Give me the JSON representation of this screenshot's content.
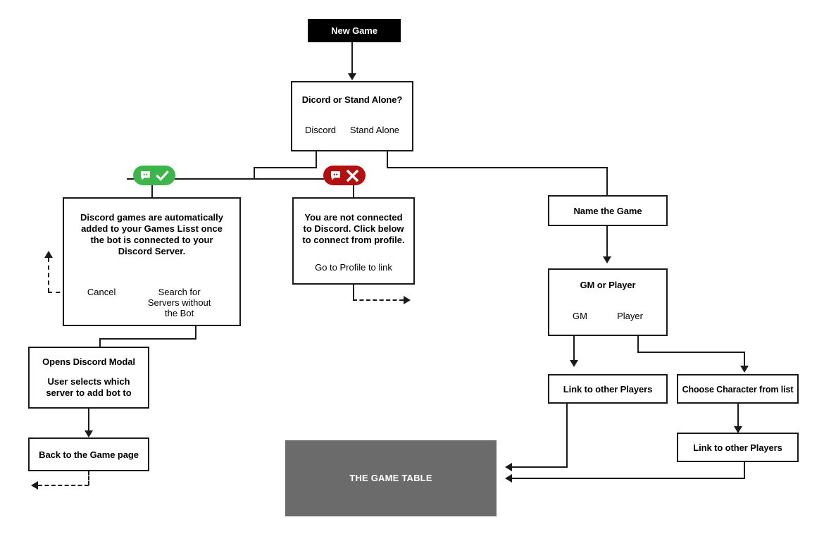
{
  "diagram": {
    "title_node": {
      "label": "New Game"
    },
    "decision_platform": {
      "title": "Dicord or Stand Alone?",
      "options": [
        "Discord",
        "Stand Alone"
      ]
    },
    "badges": {
      "connected": {
        "icon": "discord-logo-icon",
        "status_icon": "check-icon",
        "color": "#3cb54a"
      },
      "not_connected": {
        "icon": "discord-logo-icon",
        "status_icon": "x-icon",
        "color": "#b51010"
      }
    },
    "discord_connected_box": {
      "body": "Discord games are automatically added to your Games Lisst once the bot is connected to your Discord Server.",
      "actions": [
        "Cancel",
        "Search for Servers without the Bot"
      ]
    },
    "discord_not_connected_box": {
      "body": "You are not connected to Discord. Click below to connect from profile.",
      "actions": [
        "Go to Profile to link"
      ]
    },
    "discord_modal_box": {
      "title": "Opens Discord Modal",
      "body": "User selects which server to add bot to"
    },
    "back_to_game_box": {
      "label": "Back to the Game page"
    },
    "name_game_box": {
      "label": "Name the Game"
    },
    "decision_role": {
      "title": "GM or Player",
      "options": [
        "GM",
        "Player"
      ]
    },
    "link_players_gm_box": {
      "label": "Link to other Players"
    },
    "choose_character_box": {
      "label": "Choose Character from list"
    },
    "link_players_player_box": {
      "label": "Link to other Players"
    },
    "game_table_box": {
      "label": "THE GAME TABLE"
    }
  }
}
